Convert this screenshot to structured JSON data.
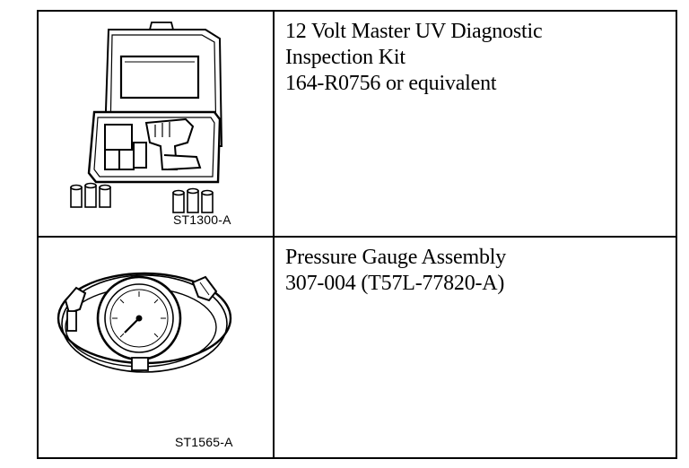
{
  "rows": [
    {
      "figure_id": "ST1300-A",
      "lines": [
        "12 Volt Master UV Diagnostic",
        "Inspection Kit",
        "164-R0756 or equivalent"
      ]
    },
    {
      "figure_id": "ST1565-A",
      "lines": [
        "Pressure Gauge Assembly",
        "307-004 (T57L-77820-A)"
      ]
    }
  ]
}
